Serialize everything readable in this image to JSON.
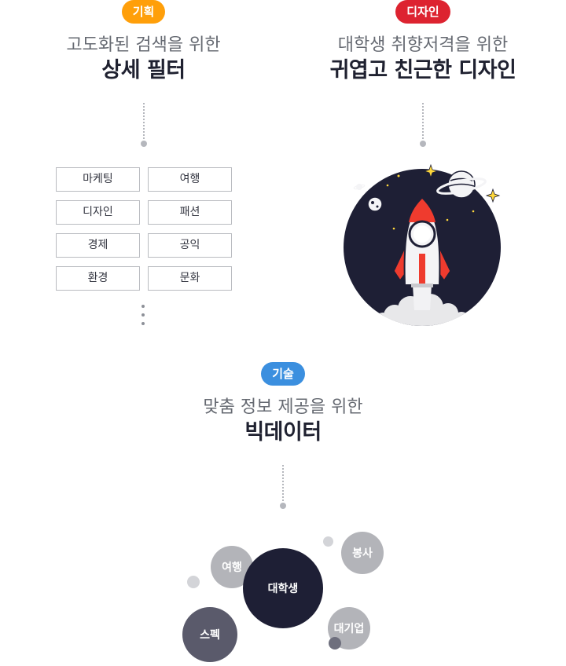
{
  "planning": {
    "badge": "기획",
    "badge_color": "#ff9f0a",
    "subtitle": "고도화된 검색을 위한",
    "title": "상세 필터",
    "filters": [
      "마케팅",
      "여행",
      "디자인",
      "패션",
      "경제",
      "공익",
      "환경",
      "문화"
    ]
  },
  "design": {
    "badge": "디자인",
    "badge_color": "#dd2330",
    "subtitle": "대학생 취향저격을 위한",
    "title": "귀엽고 친근한 디자인",
    "illustration": "rocket-in-space"
  },
  "tech": {
    "badge": "기술",
    "badge_color": "#3b8fdf",
    "subtitle": "맞춤 정보 제공을 위한",
    "title": "빅데이터",
    "bubbles": [
      "여행",
      "대학생",
      "봉사",
      "스펙",
      "대기업"
    ]
  },
  "colors": {
    "navy": "#1e1f35",
    "gray_bubble": "#b3b4b9",
    "dark_gray_bubble": "#5a5a6b",
    "light_dot": "#d3d4d8"
  }
}
